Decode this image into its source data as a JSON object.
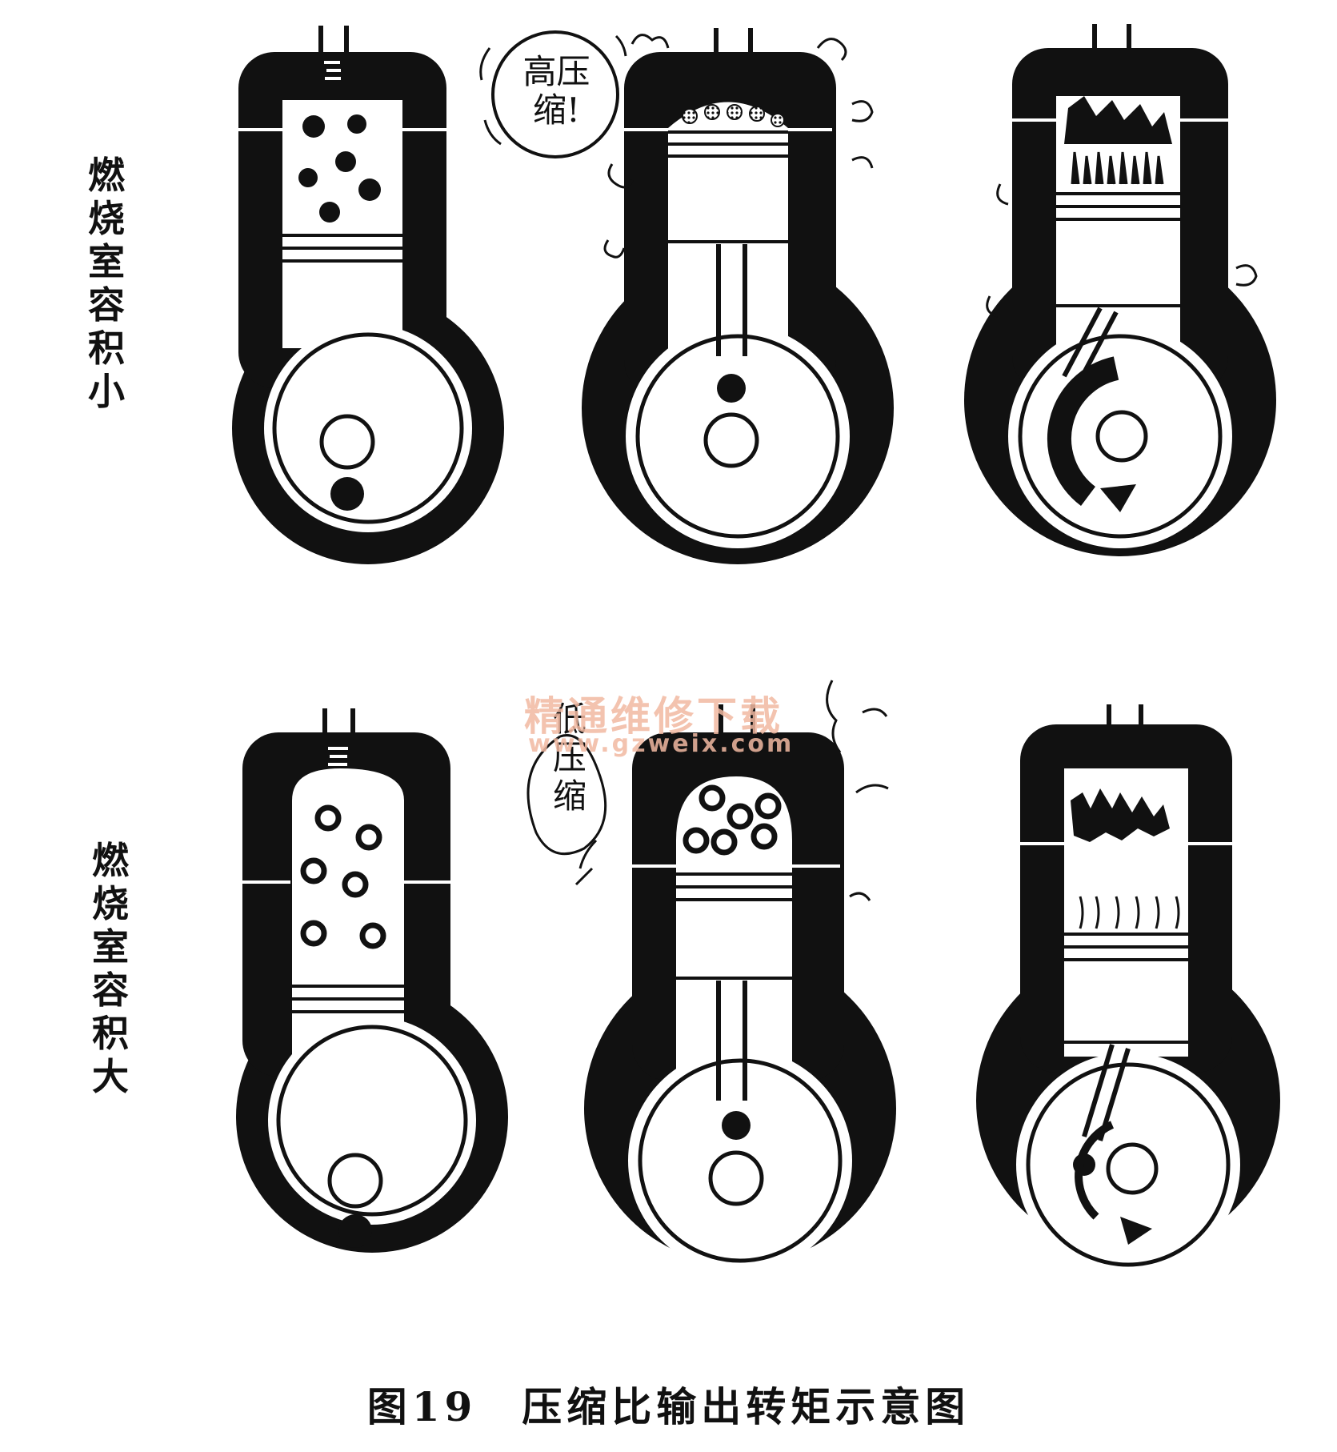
{
  "row_labels": {
    "small": "燃烧室容积小",
    "large": "燃烧室容积大"
  },
  "bubbles": {
    "high": "高压缩!",
    "low": "低压缩"
  },
  "watermark": {
    "cn": "精通维修下载",
    "url": "www.gzweix.com"
  },
  "caption": "图19　压缩比输出转矩示意图",
  "colors": {
    "ink": "#111111",
    "paper": "#ffffff",
    "watermark": "#f2b9a2"
  }
}
